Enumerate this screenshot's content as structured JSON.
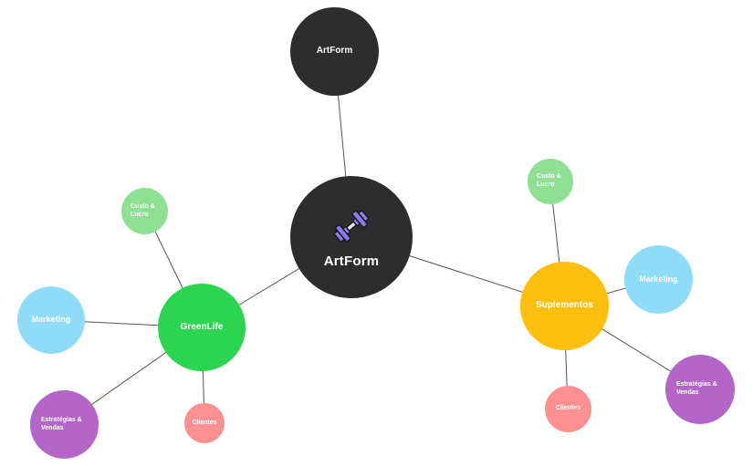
{
  "colors": {
    "dark": "#2d2d2d",
    "green": "#2dd44f",
    "yellow": "#ffbf0f",
    "light_green": "#8fdf95",
    "light_blue": "#8fdcf8",
    "purple": "#b466c8",
    "pink": "#fd9191",
    "line": "#555555",
    "icon_body": "#8b7be8"
  },
  "nodes": {
    "top": {
      "label": "ArtForm"
    },
    "center": {
      "label": "ArtForm",
      "icon": "dumbbell-icon"
    },
    "greenlife": {
      "label": "GreenLife"
    },
    "gl_custo": {
      "label": "Custo & Lucro"
    },
    "gl_marketing": {
      "label": "Marketing"
    },
    "gl_estrategias": {
      "label": "Estratégias & Vendas"
    },
    "gl_clientes": {
      "label": "Clientes"
    },
    "suplementos": {
      "label": "Suplementos"
    },
    "sp_custo": {
      "label": "Custo & Lucro"
    },
    "sp_marketing": {
      "label": "Marketing"
    },
    "sp_estrategias": {
      "label": "Estratégias & Vendas"
    },
    "sp_clientes": {
      "label": "Clientes"
    }
  }
}
